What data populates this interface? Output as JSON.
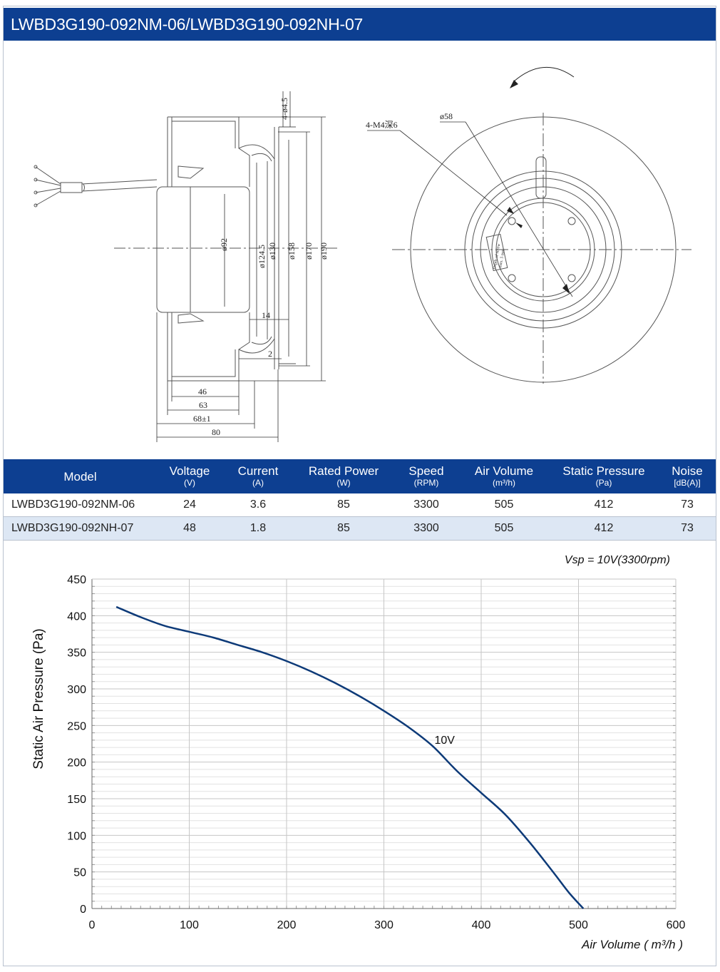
{
  "title": "LWBD3G190-092NM-06/LWBD3G190-092NH-07",
  "drawing": {
    "side_view": {
      "diameter_labels": [
        "ø92",
        "ø124.5",
        "ø130",
        "ø158",
        "ø170",
        "ø190"
      ],
      "hole_label": "4-ø4.5",
      "dim_14": "14",
      "dim_2": "2",
      "dim_46": "46",
      "dim_63": "63",
      "dim_68": "68±1",
      "dim_80": "80"
    },
    "front_view": {
      "hub_label": "ø58",
      "thread_label": "4-M4深6",
      "depth_note_1": "Depth of screw",
      "depth_note_2": "max. 5 mm"
    }
  },
  "table": {
    "headers": [
      {
        "label": "Model",
        "unit": ""
      },
      {
        "label": "Voltage",
        "unit": "(V)"
      },
      {
        "label": "Current",
        "unit": "(A)"
      },
      {
        "label": "Rated Power",
        "unit": "(W)"
      },
      {
        "label": "Speed",
        "unit": "(RPM)"
      },
      {
        "label": "Air Volume",
        "unit": "(m³/h)"
      },
      {
        "label": "Static Pressure",
        "unit": "(Pa)"
      },
      {
        "label": "Noise",
        "unit": "[dB(A)]"
      }
    ],
    "rows": [
      [
        "LWBD3G190-092NM-06",
        "24",
        "3.6",
        "85",
        "3300",
        "505",
        "412",
        "73"
      ],
      [
        "LWBD3G190-092NH-07",
        "48",
        "1.8",
        "85",
        "3300",
        "505",
        "412",
        "73"
      ]
    ]
  },
  "chart_data": {
    "type": "line",
    "annotation": "Vsp = 10V(3300rpm)",
    "xlabel": "Air Volume ( m³/h )",
    "ylabel": "Static Air Pressure  (Pa)",
    "xlim": [
      0,
      600
    ],
    "ylim": [
      0,
      450
    ],
    "xticks": [
      "0",
      "100",
      "200",
      "300",
      "400",
      "500",
      "600"
    ],
    "yticks": [
      "0",
      "50",
      "100",
      "150",
      "200",
      "250",
      "300",
      "350",
      "400",
      "450"
    ],
    "grid": true,
    "line_color": "#0d3a78",
    "series": [
      {
        "name": "10V",
        "x": [
          25,
          50,
          75,
          100,
          125,
          150,
          175,
          200,
          225,
          250,
          275,
          300,
          325,
          350,
          375,
          400,
          425,
          450,
          475,
          490,
          505
        ],
        "y": [
          412,
          398,
          386,
          378,
          370,
          360,
          350,
          338,
          324,
          308,
          290,
          270,
          248,
          222,
          188,
          158,
          128,
          90,
          48,
          22,
          0
        ]
      }
    ]
  }
}
